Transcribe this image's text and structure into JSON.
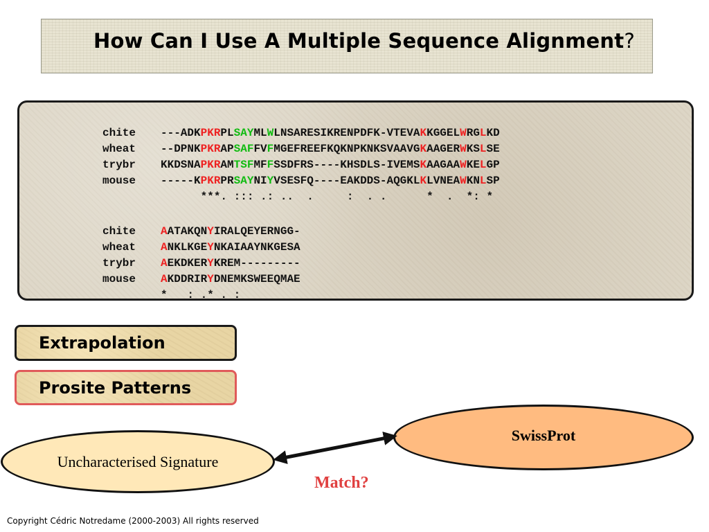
{
  "title": {
    "main": "How Can I Use A Multiple Sequence Alignment",
    "suffix": "?"
  },
  "alignment": {
    "block1": {
      "rows": [
        {
          "name": "chite",
          "segments": [
            [
              "---ADK",
              ""
            ],
            [
              "PKR",
              "r"
            ],
            [
              "PL",
              ""
            ],
            [
              "SAY",
              "g"
            ],
            [
              "ML",
              ""
            ],
            [
              "W",
              "g"
            ],
            [
              "LNSARESIKRENPDFK-VTEVA",
              ""
            ],
            [
              "K",
              "r"
            ],
            [
              "KGGEL",
              ""
            ],
            [
              "W",
              "r"
            ],
            [
              "RG",
              ""
            ],
            [
              "L",
              "r"
            ],
            [
              "KD",
              ""
            ]
          ]
        },
        {
          "name": "wheat",
          "segments": [
            [
              "--DPNK",
              ""
            ],
            [
              "PKR",
              "r"
            ],
            [
              "AP",
              ""
            ],
            [
              "SAF",
              "g"
            ],
            [
              "FV",
              ""
            ],
            [
              "F",
              "g"
            ],
            [
              "MGEFREEFKQKNPKNKSVAAVG",
              ""
            ],
            [
              "K",
              "r"
            ],
            [
              "AAGER",
              ""
            ],
            [
              "W",
              "r"
            ],
            [
              "KS",
              ""
            ],
            [
              "L",
              "r"
            ],
            [
              "SE",
              ""
            ]
          ]
        },
        {
          "name": "trybr",
          "segments": [
            [
              "KKDSNA",
              ""
            ],
            [
              "PKR",
              "r"
            ],
            [
              "AM",
              ""
            ],
            [
              "TSF",
              "g"
            ],
            [
              "MF",
              ""
            ],
            [
              "F",
              "g"
            ],
            [
              "SSDFRS----KHSDLS-IVEMS",
              ""
            ],
            [
              "K",
              "r"
            ],
            [
              "AAGAA",
              ""
            ],
            [
              "W",
              "r"
            ],
            [
              "KE",
              ""
            ],
            [
              "L",
              "r"
            ],
            [
              "GP",
              ""
            ]
          ]
        },
        {
          "name": "mouse",
          "segments": [
            [
              "-----K",
              ""
            ],
            [
              "PKR",
              "r"
            ],
            [
              "PR",
              ""
            ],
            [
              "SAY",
              "g"
            ],
            [
              "NI",
              ""
            ],
            [
              "Y",
              "g"
            ],
            [
              "VSESFQ----EAKDDS-AQGKL",
              ""
            ],
            [
              "K",
              "r"
            ],
            [
              "LVNEA",
              ""
            ],
            [
              "W",
              "r"
            ],
            [
              "KN",
              ""
            ],
            [
              "L",
              "r"
            ],
            [
              "SP",
              ""
            ]
          ]
        }
      ],
      "consensus": "      ***. ::: .: ..  .     :  . .      *  .  *: *"
    },
    "block2": {
      "rows": [
        {
          "name": "chite",
          "segments": [
            [
              "A",
              "r"
            ],
            [
              "ATAKQN",
              ""
            ],
            [
              "Y",
              "r"
            ],
            [
              "IRALQEYERNGG-",
              ""
            ]
          ]
        },
        {
          "name": "wheat",
          "segments": [
            [
              "A",
              "r"
            ],
            [
              "NKLKGE",
              ""
            ],
            [
              "Y",
              "r"
            ],
            [
              "NKAIAAYNKGESA",
              ""
            ]
          ]
        },
        {
          "name": "trybr",
          "segments": [
            [
              "A",
              "r"
            ],
            [
              "EKDKER",
              ""
            ],
            [
              "Y",
              "r"
            ],
            [
              "KREM---------",
              ""
            ]
          ]
        },
        {
          "name": "mouse",
          "segments": [
            [
              "A",
              "r"
            ],
            [
              "KDDRIR",
              ""
            ],
            [
              "Y",
              "r"
            ],
            [
              "DNEMKSWEEQMAE",
              ""
            ]
          ]
        }
      ],
      "consensus": "*   : .* . :"
    }
  },
  "boxes": {
    "extrapolation": "Extrapolation",
    "prosite": "Prosite Patterns"
  },
  "ellipses": {
    "uncharacterised": "Uncharacterised  Signature",
    "swissprot": "SwissProt"
  },
  "match_label": "Match?",
  "copyright": "Copyright Cédric Notredame (2000-2003) All rights reserved",
  "colors": {
    "conserved_red": "#ee2222",
    "conserved_green": "#11bb11",
    "match_red": "#e04040",
    "swissprot_fill": "#ffbb80",
    "uncharacterised_fill": "#ffe8b8",
    "prosite_border": "#e05a5a"
  }
}
